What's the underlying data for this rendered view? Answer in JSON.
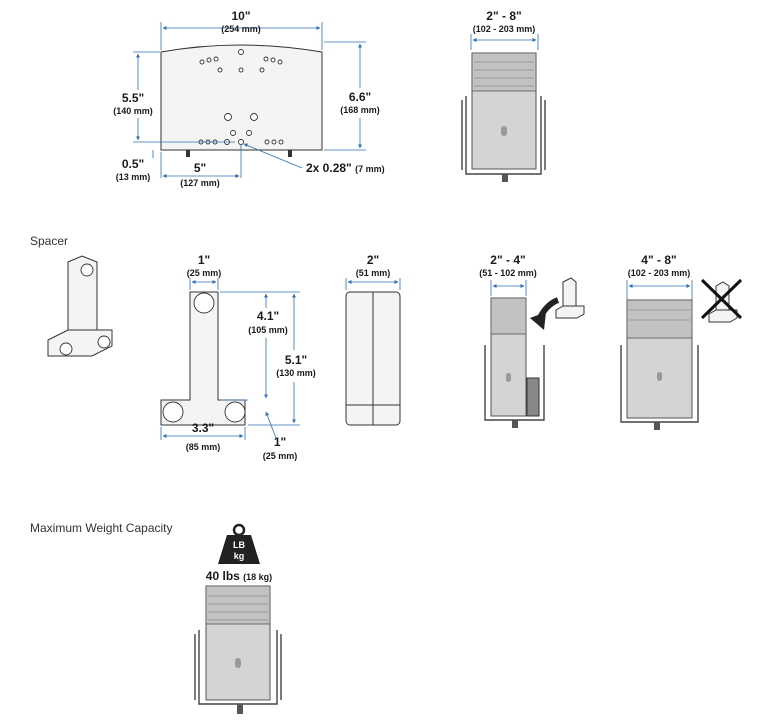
{
  "mount": {
    "width_in": "10\"",
    "width_mm": "(254 mm)",
    "height_in": "5.5\"",
    "height_mm": "(140 mm)",
    "total_height_in": "6.6\"",
    "total_height_mm": "(168 mm)",
    "offset_in": "0.5\"",
    "offset_mm": "(13 mm)",
    "hole_spacing_in": "5\"",
    "hole_spacing_mm": "(127 mm)",
    "hole_callout_in": "2x 0.28\"",
    "hole_callout_mm": "(7 mm)"
  },
  "cpu_range": {
    "label_in": "2\" - 8\"",
    "label_mm": "(102 - 203 mm)"
  },
  "spacer": {
    "section_label": "Spacer",
    "width_in": "1\"",
    "width_mm": "(25 mm)",
    "upper_height_in": "4.1\"",
    "upper_height_mm": "(105 mm)",
    "total_height_in": "5.1\"",
    "total_height_mm": "(130 mm)",
    "base_width_in": "3.3\"",
    "base_width_mm": "(85 mm)",
    "foot_in": "1\"",
    "foot_mm": "(25 mm)",
    "side_width_in": "2\"",
    "side_width_mm": "(51 mm)"
  },
  "small_cpu": {
    "label_in": "2\" - 4\"",
    "label_mm": "(51 - 102 mm)"
  },
  "large_cpu": {
    "label_in": "4\" - 8\"",
    "label_mm": "(102 - 203 mm)"
  },
  "weight": {
    "section_label": "Maximum Weight Capacity",
    "icon_line1": "LB",
    "icon_line2": "kg",
    "value_main": "40 lbs",
    "value_mm": "(18 kg)"
  }
}
